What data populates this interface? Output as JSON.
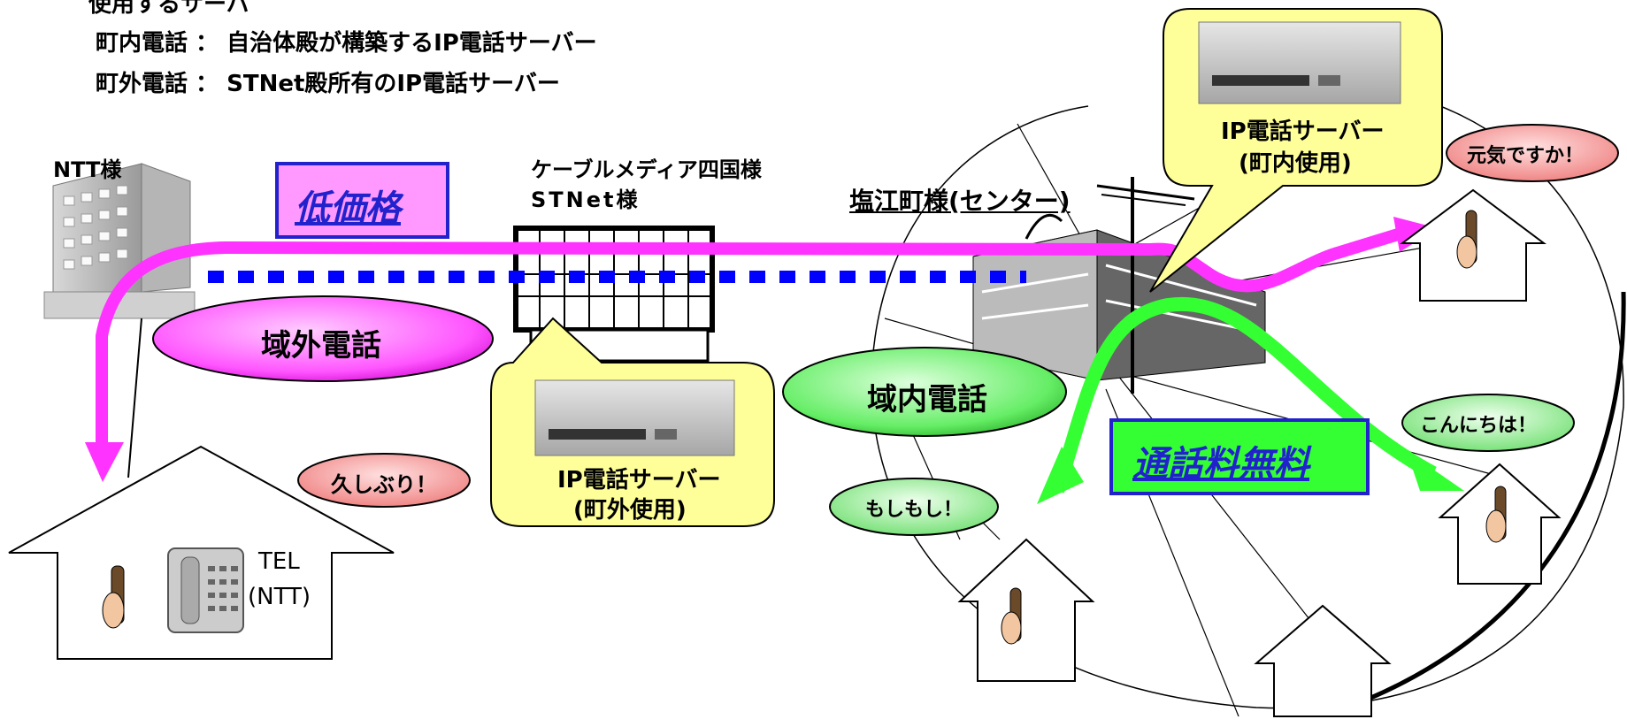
{
  "header": {
    "title": "使用するサーバ",
    "line1": "町内電話 ： 自治体殿が構築するIP電話サーバー",
    "line2": "町外電話 ： STNet殿所有のIP電話サーバー"
  },
  "labels": {
    "ntt": "NTT様",
    "cable_line1": "ケーブルメディア四国様",
    "cable_line2": "STNet様",
    "center": "塩江町様(センター)",
    "low_price": "低価格",
    "free_call": "通話料無料",
    "outside_call": "域外電話",
    "inside_call": "域内電話",
    "tel_line1": "TEL",
    "tel_line2": "(NTT)"
  },
  "callouts": {
    "server_outside_line1": "IP電話サーバー",
    "server_outside_line2": "(町外使用)",
    "server_inside_line1": "IP電話サーバー",
    "server_inside_line2": "(町内使用)"
  },
  "speech": {
    "hisashiburi": "久しぶり！",
    "moshimoshi": "もしもし！",
    "genki": "元気ですか！",
    "konnichiwa": "こんにちは！"
  },
  "colors": {
    "magenta": "#ff33ff",
    "green": "#33ff33",
    "blue_dash": "#0000ff",
    "callout_fill": "#ffff99",
    "speech_fill": "#ff9999",
    "speech_green": "#99ff99",
    "box_border": "#2222cc",
    "low_price_fill": "#ff99ff",
    "free_fill": "#33ff33"
  }
}
